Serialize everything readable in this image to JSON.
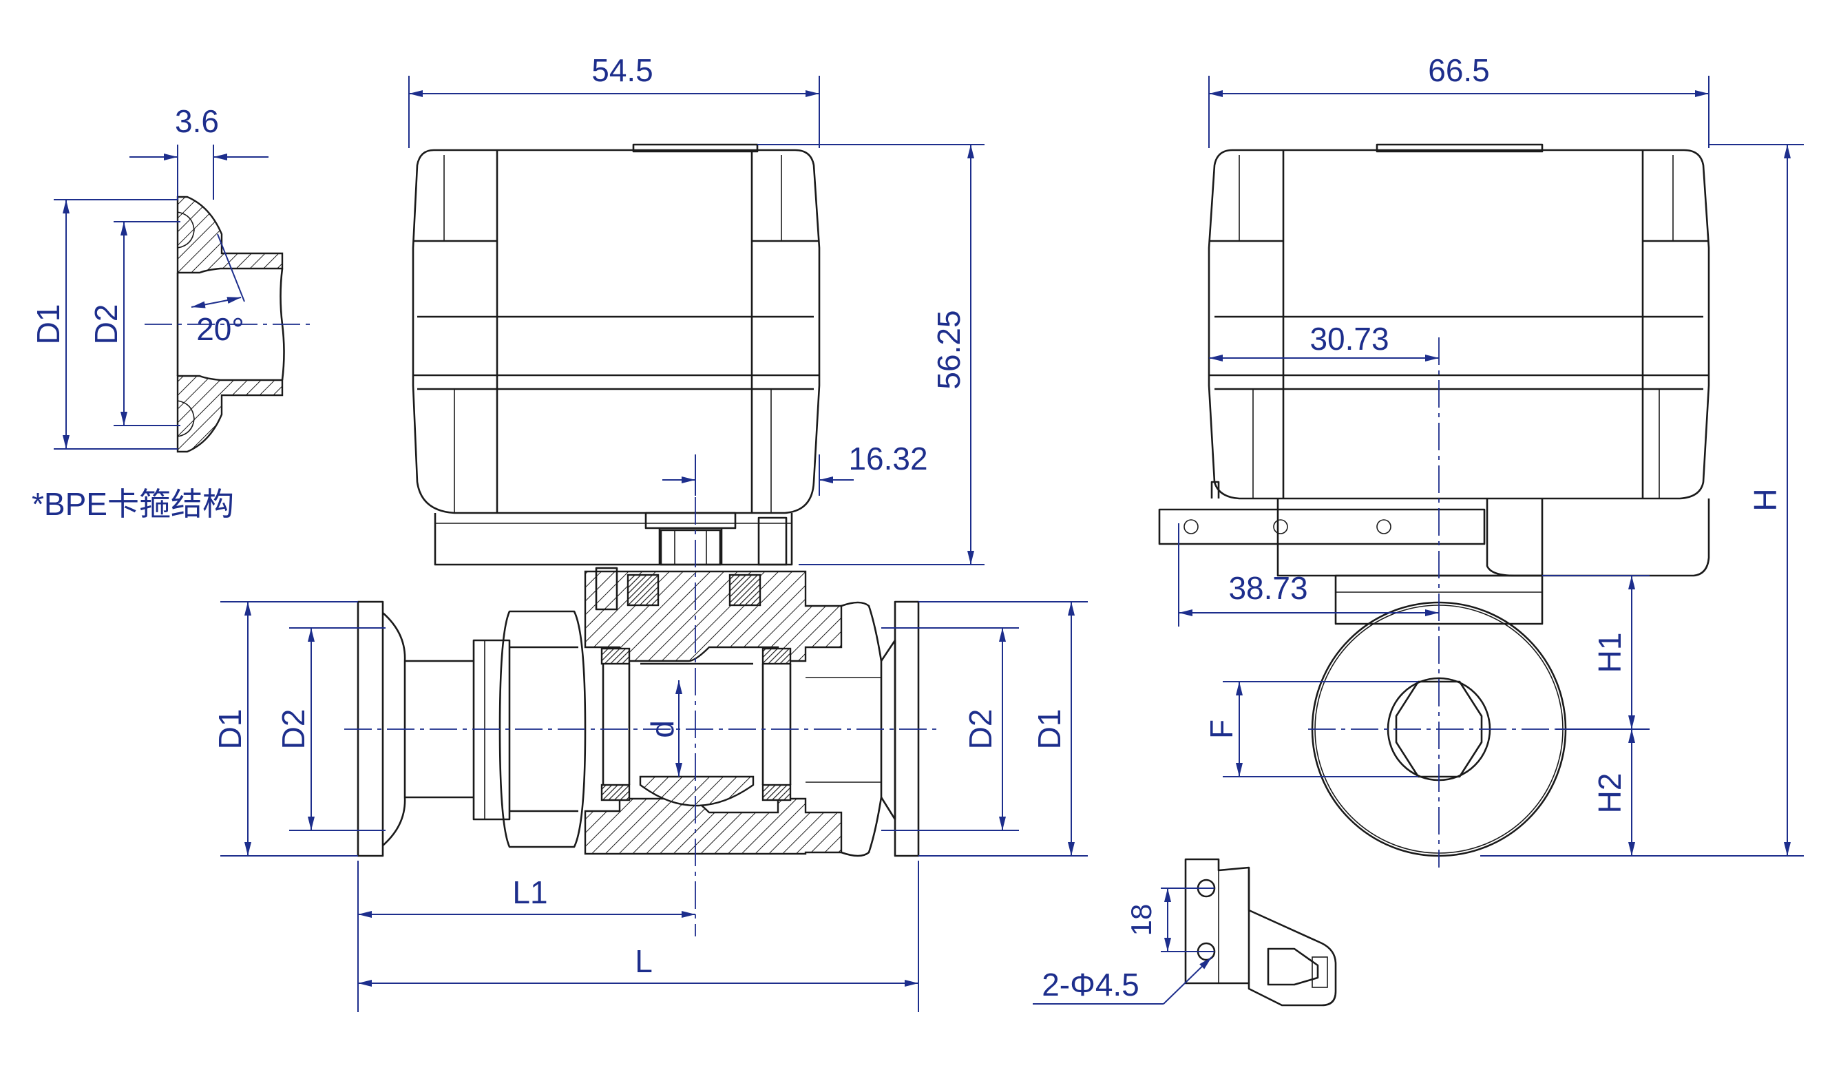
{
  "colors": {
    "dimension": "#1d2e8c",
    "outline": "#1a1a1a",
    "background": "#ffffff"
  },
  "detail": {
    "note": "*BPE卡箍结构",
    "dim_3_6": "3.6",
    "angle": "20°",
    "d1": "D1",
    "d2": "D2"
  },
  "front": {
    "width": "54.5",
    "height": "56.25",
    "offset": "16.32",
    "d1_left": "D1",
    "d2_left": "D2",
    "d2_right": "D2",
    "d1_right": "D1",
    "bore": "d",
    "l1": "L1",
    "l": "L"
  },
  "side": {
    "width": "66.5",
    "offset_a": "30.73",
    "offset_b": "38.73",
    "h": "H",
    "h1": "H1",
    "h2": "H2",
    "f": "F"
  },
  "bracket": {
    "spacing": "18",
    "holes": "2-Φ4.5"
  }
}
